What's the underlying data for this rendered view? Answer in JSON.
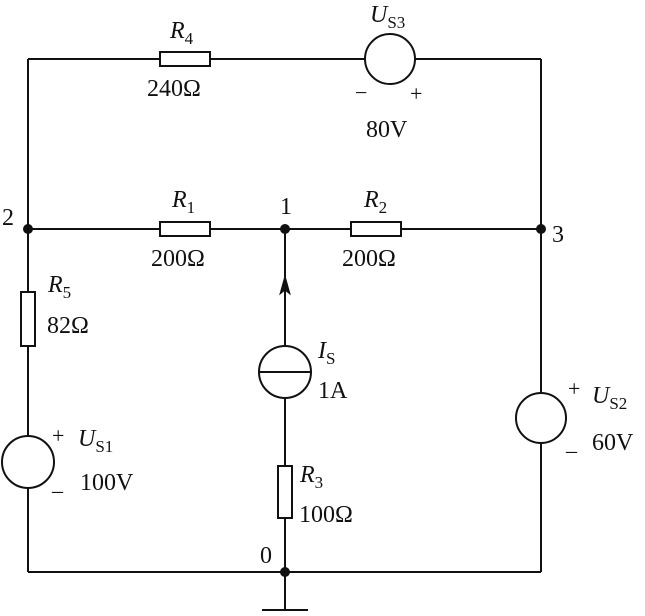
{
  "nodes": {
    "n0": "0",
    "n1": "1",
    "n2": "2",
    "n3": "3"
  },
  "components": {
    "R1": {
      "letter": "R",
      "sub": "1",
      "value": "200Ω"
    },
    "R2": {
      "letter": "R",
      "sub": "2",
      "value": "200Ω"
    },
    "R3": {
      "letter": "R",
      "sub": "3",
      "value": "100Ω"
    },
    "R4": {
      "letter": "R",
      "sub": "4",
      "value": "240Ω"
    },
    "R5": {
      "letter": "R",
      "sub": "5",
      "value": "82Ω"
    },
    "IS": {
      "letter": "I",
      "sub": "S",
      "value": "1A"
    },
    "US1": {
      "letter": "U",
      "sub": "S1",
      "value": "100V",
      "plus": "+",
      "minus": "_"
    },
    "US2": {
      "letter": "U",
      "sub": "S2",
      "value": "60V",
      "plus": "+",
      "minus": "_"
    },
    "US3": {
      "letter": "U",
      "sub": "S3",
      "value": "80V",
      "plus": "+",
      "minus": "−"
    }
  },
  "symbols": {
    "ground": "ground-icon",
    "voltage_source": "voltage-source-icon",
    "current_source": "current-source-icon",
    "resistor": "resistor-icon"
  }
}
